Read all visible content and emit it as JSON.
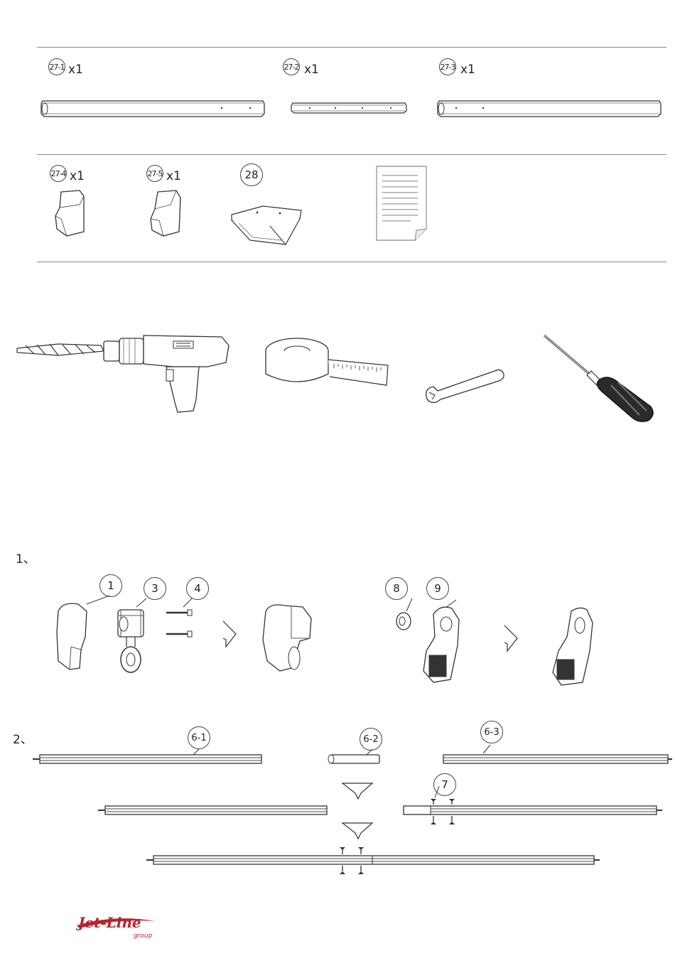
{
  "parts_box": {
    "row1": [
      {
        "id": "27-1",
        "qty": "x1"
      },
      {
        "id": "27-2",
        "qty": "x1"
      },
      {
        "id": "27-3",
        "qty": "x1"
      }
    ],
    "row2": [
      {
        "id": "27-4",
        "qty": "x1"
      },
      {
        "id": "27-5",
        "qty": "x1"
      },
      {
        "id": "28",
        "qty": ""
      }
    ]
  },
  "tools": [
    "drill-icon",
    "tape-measure-icon",
    "wrench-icon",
    "screwdriver-icon"
  ],
  "steps": {
    "step1": {
      "label": "1、",
      "callouts": [
        "1",
        "3",
        "4",
        "8",
        "9"
      ]
    },
    "step2": {
      "label": "2、",
      "callouts": [
        "6-1",
        "6-2",
        "6-3",
        "7"
      ]
    }
  },
  "logo": {
    "name": "Jet-Line",
    "sub": "group",
    "color": "#b3262e"
  }
}
